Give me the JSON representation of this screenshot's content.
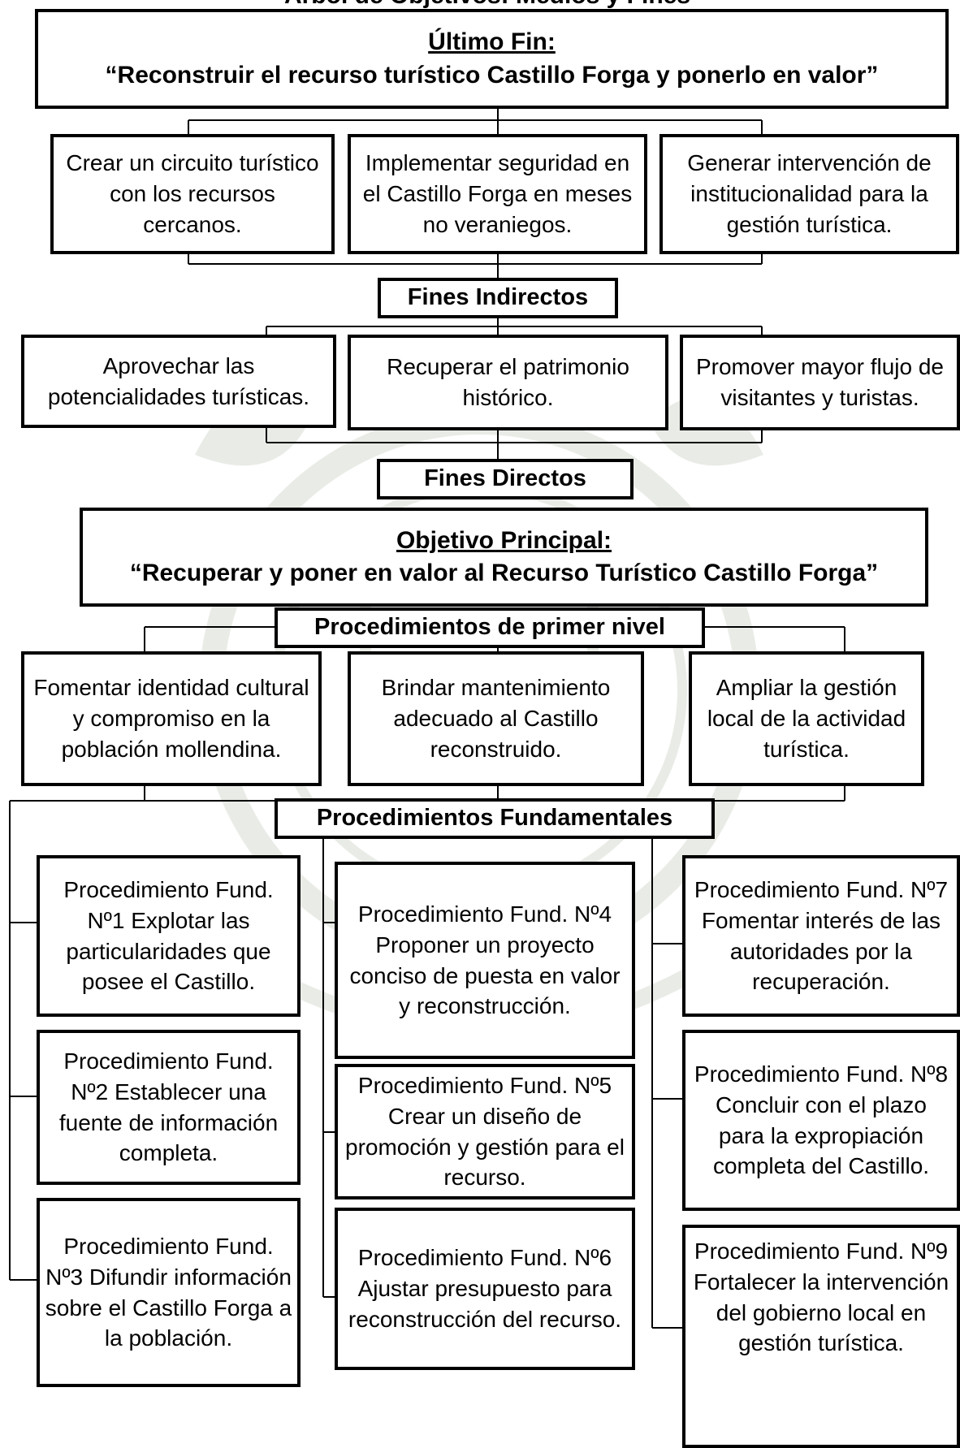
{
  "top_cut": "Árbol de Objetivos: Medios y Fines",
  "ultimo_fin": {
    "label": "Último Fin:",
    "text": "“Reconstruir el recurso turístico Castillo Forga y ponerlo en valor”"
  },
  "fines_superiores": [
    "Crear un circuito turístico con los recursos cercanos.",
    "Implementar seguridad en el Castillo Forga en meses no veraniegos.",
    "Generar intervención de institucionalidad para la gestión turística."
  ],
  "fines_indirectos_label": "Fines Indirectos",
  "fines_directos_items": [
    "Aprovechar las potencialidades turísticas.",
    "Recuperar el patrimonio histórico.",
    "Promover mayor flujo de visitantes y turistas."
  ],
  "fines_directos_label": "Fines Directos",
  "objetivo": {
    "label": "Objetivo Principal:",
    "text": "“Recuperar y poner en valor al Recurso Turístico Castillo Forga”"
  },
  "primer_nivel_label": "Procedimientos de primer nivel",
  "primer_nivel": [
    "Fomentar identidad cultural y compromiso en la población mollendina.",
    "Brindar mantenimiento adecuado al Castillo reconstruido.",
    "Ampliar la gestión local de la actividad turística."
  ],
  "fundamentales_label": "Procedimientos Fundamentales",
  "fundamentales": [
    "Procedimiento Fund. Nº1 Explotar las particularidades que posee el Castillo.",
    "Procedimiento Fund. Nº2 Establecer una fuente de información completa.",
    "Procedimiento Fund. Nº3 Difundir información sobre el Castillo Forga a la población.",
    "Procedimiento Fund. Nº4 Proponer un proyecto conciso de puesta en valor y reconstrucción.",
    "Procedimiento Fund. Nº5 Crear un diseño de promoción y gestión para el recurso.",
    "Procedimiento Fund. Nº6 Ajustar presupuesto para reconstrucción del recurso.",
    "Procedimiento Fund. Nº7 Fomentar interés de las autoridades por la recuperación.",
    "Procedimiento Fund. Nº8 Concluir con el plazo para la expropiación completa del Castillo.",
    "Procedimiento Fund. Nº9 Fortalecer la intervención del gobierno local en gestión turística."
  ]
}
